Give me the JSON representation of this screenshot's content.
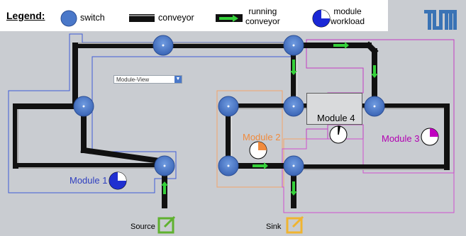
{
  "legend": {
    "title": "Legend:",
    "switch_label": "switch",
    "conveyor_label": "conveyor",
    "running_conveyor_label": [
      "running",
      "conveyor"
    ],
    "workload_label": [
      "module",
      "workload"
    ]
  },
  "view_selector": {
    "value": "Module-View"
  },
  "modules": [
    {
      "label": "Module 1",
      "color": "#2f3fbf",
      "workload_fraction": 0.25,
      "fill": "#1f2fd0"
    },
    {
      "label": "Module 2",
      "color": "#f08a3c",
      "workload_fraction": 0.25,
      "fill": "#f08a3c"
    },
    {
      "label": "Module 3",
      "color": "#b200b2",
      "workload_fraction": 0.25,
      "fill": "#c000c0"
    },
    {
      "label": "Module 4",
      "color": "#000000",
      "workload_fraction": 0.03,
      "fill": "#000000"
    }
  ],
  "stations": {
    "source_label": "Source",
    "sink_label": "Sink"
  },
  "colors": {
    "switch": "#4a78c9",
    "conveyor": "#111111",
    "running_arrow": "#35d13a",
    "source": "#5fb12f",
    "sink": "#f0b431",
    "logo": "#3a73b5"
  },
  "icons": [
    "switch-icon",
    "conveyor-icon",
    "running-conveyor-icon",
    "workload-icon",
    "tum-logo",
    "source-icon",
    "sink-icon"
  ]
}
